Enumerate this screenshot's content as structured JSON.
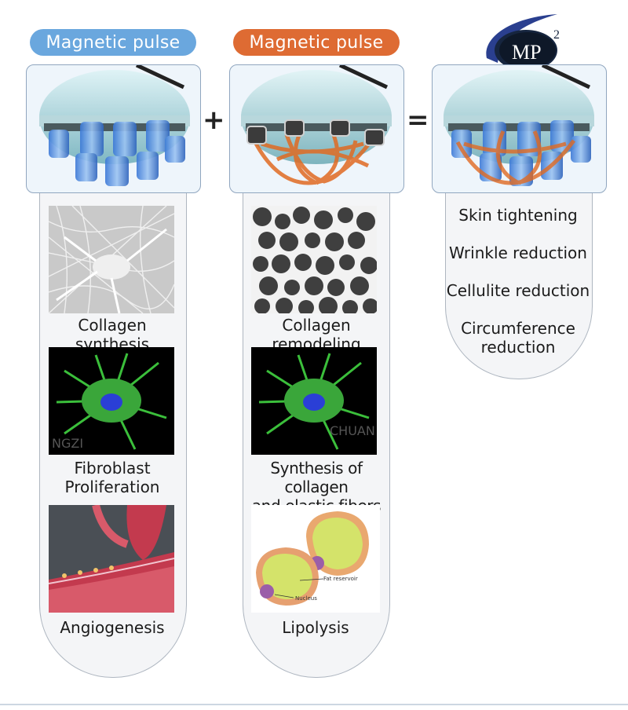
{
  "header": {
    "pill_left": "Magnetic pulse",
    "pill_middle": "Magnetic pulse",
    "plus": "+",
    "equals": "=",
    "logo_text": "MP",
    "logo_superscript": "2"
  },
  "colors": {
    "pill_left": "#6aa7de",
    "pill_middle": "#de6b33",
    "tube_border": "#aeb6c0",
    "card_border": "#90a6bf"
  },
  "columns": {
    "left": {
      "items": [
        {
          "label": "Collagen synthesis",
          "image": "collagen-network-micrograph"
        },
        {
          "label": "Fibroblast\nProliferation",
          "image": "fibroblast-cell-fluorescence"
        },
        {
          "label": "Angiogenesis",
          "image": "blood-vessel-illustration"
        }
      ],
      "watermark": "NGZI"
    },
    "middle": {
      "items": [
        {
          "label": "Collagen remodeling",
          "image": "cell-cluster-micrograph"
        },
        {
          "label": "Synthesis of collagen\nand elastic fibers",
          "image": "fibroblast-cell-fluorescence"
        },
        {
          "label": "Lipolysis",
          "image": "fat-cell-illustration"
        }
      ],
      "watermark": "CHUAN",
      "fat_labels": {
        "reservoir": "Fat reservoir",
        "nucleus": "Nucleus"
      }
    },
    "right": {
      "benefits": [
        "Skin tightening",
        "Wrinkle reduction",
        "Cellulite reduction",
        "Circumference\nreduction"
      ]
    }
  }
}
